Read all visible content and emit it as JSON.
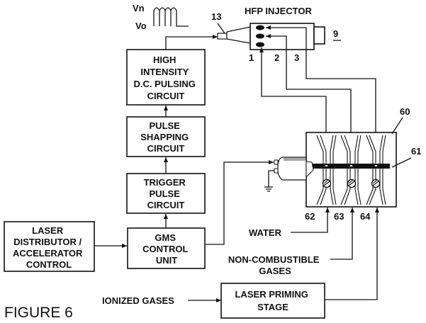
{
  "figure_label": "FIGURE 6",
  "waveform": {
    "top_label": "Vn",
    "bottom_label": "Vo"
  },
  "injector": {
    "title": "HFP INJECTOR",
    "ref_nozzle": "13",
    "ref_body": "9",
    "ports": [
      "1",
      "2",
      "3"
    ]
  },
  "blocks": {
    "high_intensity": [
      "HIGH",
      "INTENSITY",
      "D.C. PULSING",
      "CIRCUIT"
    ],
    "pulse_shaping": [
      "PULSE",
      "SHAPPING",
      "CIRCUIT"
    ],
    "trigger_pulse": [
      "TRIGGER",
      "PULSE",
      "CIRCUIT"
    ],
    "gms_control": [
      "GMS",
      "CONTROL",
      "UNIT"
    ],
    "laser_distributor": [
      "LASER",
      "DISTRIBUTOR /",
      "ACCELERATOR",
      "CONTROL"
    ],
    "laser_priming": [
      "LASER PRIMING",
      "STAGE"
    ]
  },
  "cell": {
    "ref": "60",
    "rod_ref": "61",
    "inlets": [
      "62",
      "63",
      "64"
    ]
  },
  "inputs": {
    "water": "WATER",
    "non_combustible": [
      "NON-COMBUSTIBLE",
      "GASES"
    ],
    "ionized": "IONIZED GASES"
  }
}
